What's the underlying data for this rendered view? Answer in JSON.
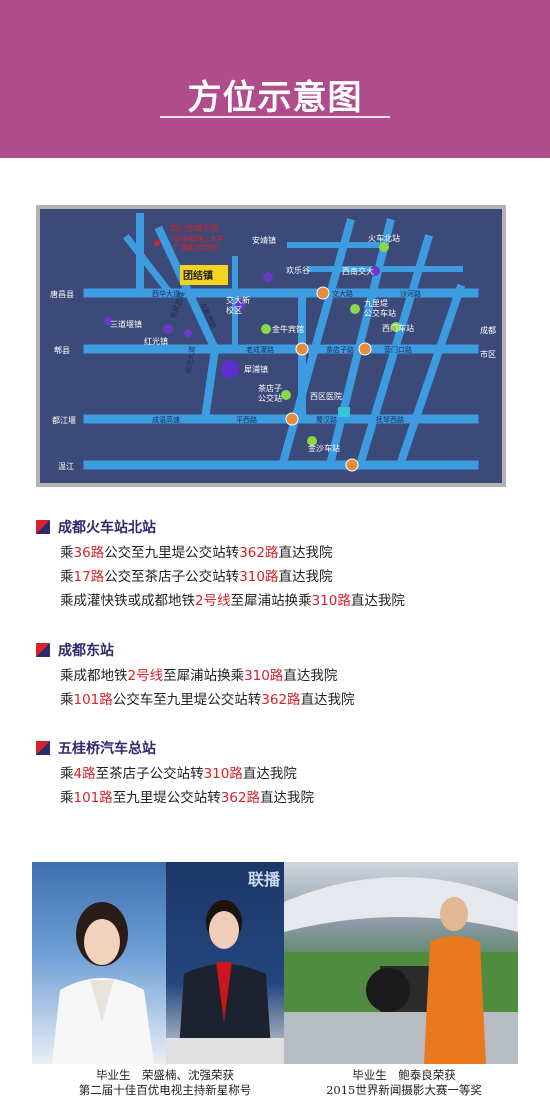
{
  "header": {
    "title": "方位示意图"
  },
  "map": {
    "labels": {
      "college": "四川传媒学院",
      "college_sub1": "(原成都理工大学",
      "college_sub2": "广播影视学院)",
      "tuanjie": "团结镇",
      "anjing": "安靖镇",
      "tangchang": "唐昌县",
      "pixian": "郫县",
      "dujiangyan": "都江堰",
      "wenjiang": "温江",
      "chengdu_city1": "成都",
      "chengdu_city2": "市区",
      "sandaoyan": "三道堰镇",
      "hongguang": "红光镇",
      "xipu": "犀浦镇",
      "huoche_north": "火车北站",
      "xinan_jiaoda": "西南交大",
      "huanlegu": "欢乐谷",
      "jiulidi": "九里堤",
      "jiulidi2": "公交车站",
      "jiaoda_xin1": "交大新",
      "jiaoda_xin2": "校区",
      "jinniu": "金牛宾馆",
      "ximen": "西门车站",
      "chadianzi1": "茶店子",
      "chadianzi2": "公交站",
      "xiqu_yiyuan": "西区医院",
      "jinsha": "金沙车站",
      "xihua_avenue": "西华大道",
      "shahe": "沙河路",
      "jiaoda_road": "交大路",
      "laocheng": "老成灌路",
      "chadianzi_road": "茶店子路",
      "ximen_road": "营门口路",
      "chengwen": "成温高速",
      "pingxi": "平西路",
      "shuhan": "蜀汉路",
      "fuqin": "抚琴西路",
      "yaoguang": "遥光大道",
      "dongxin": "东新西路",
      "xinmin": "新民西路"
    }
  },
  "sections": [
    {
      "title": "成都火车站北站",
      "routes": [
        [
          "乘",
          "36路",
          "公交至九里堤公交站转",
          "362路",
          "直达我院"
        ],
        [
          "乘",
          "17路",
          "公交至茶店子公交站转",
          "310路",
          "直达我院"
        ],
        [
          "乘成灌快铁或成都地铁",
          "2号线",
          "至犀浦站换乘",
          "310路",
          "直达我院"
        ]
      ]
    },
    {
      "title": "成都东站",
      "routes": [
        [
          "乘成都地铁",
          "2号线",
          "至犀浦站换乘",
          "310路",
          "直达我院"
        ],
        [
          "乘",
          "101路",
          "公交车至九里堤公交站转",
          "362路",
          "直达我院"
        ]
      ]
    },
    {
      "title": "五桂桥汽车总站",
      "routes": [
        [
          "乘",
          "4路",
          "至茶店子公交站转",
          "310路",
          "直达我院"
        ],
        [
          "乘",
          "101路",
          "至九里堤公交站转",
          "362路",
          "直达我院"
        ]
      ]
    }
  ],
  "photos": {
    "tv_text": "联播",
    "caption1_line1": "毕业生　荣盛楠、沈强荣获",
    "caption1_line2": "第二届十佳百优电视主持新星称号",
    "caption2_line1": "毕业生　鲍泰良荣获",
    "caption2_line2": "2015世界新闻摄影大赛一等奖"
  },
  "colors": {
    "header_bg": "#b04c8c",
    "accent_red": "#d8232a",
    "navy": "#2d2a6e",
    "road": "#3d9ce0",
    "map_bg": "#3b4a78"
  }
}
